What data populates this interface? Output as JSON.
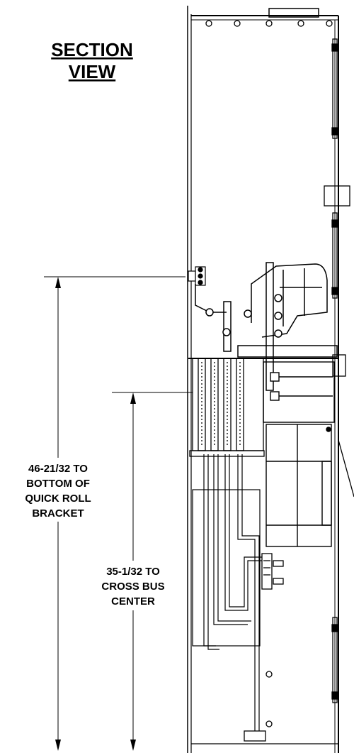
{
  "title": {
    "line1": "SECTION",
    "line2": "VIEW"
  },
  "dimensions": [
    {
      "lines": [
        "46-21/32 TO",
        "BOTTOM OF",
        "QUICK ROLL",
        "BRACKET"
      ]
    },
    {
      "lines": [
        "35-1/32 TO",
        "CROSS BUS",
        "CENTER"
      ]
    }
  ],
  "colors": {
    "ink": "#000000",
    "paper": "#ffffff",
    "fill_light": "#eeeeee"
  }
}
